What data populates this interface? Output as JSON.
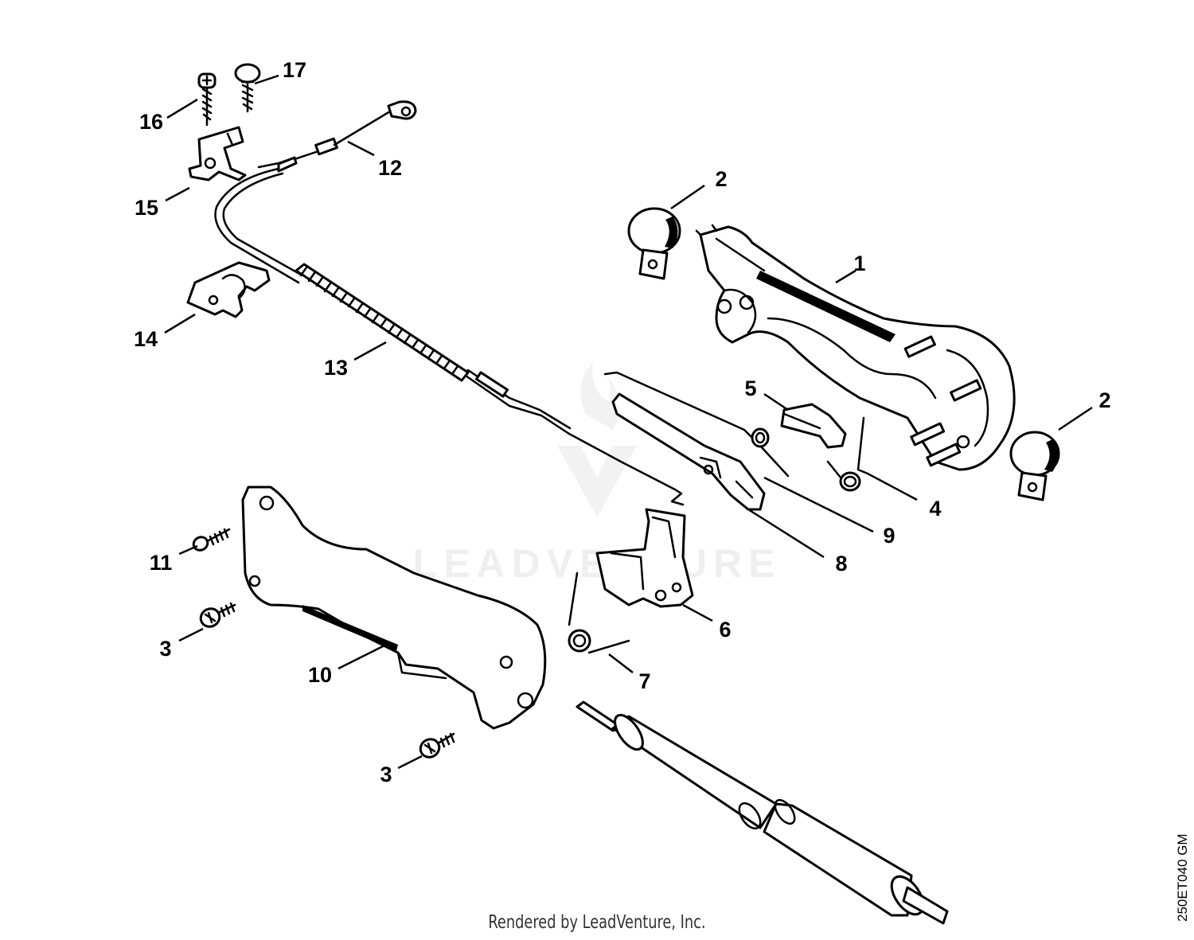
{
  "diagram": {
    "callouts": [
      {
        "id": "c1",
        "label": "1"
      },
      {
        "id": "c2a",
        "label": "2"
      },
      {
        "id": "c2b",
        "label": "2"
      },
      {
        "id": "c3a",
        "label": "3"
      },
      {
        "id": "c3b",
        "label": "3"
      },
      {
        "id": "c4",
        "label": "4"
      },
      {
        "id": "c5",
        "label": "5"
      },
      {
        "id": "c6",
        "label": "6"
      },
      {
        "id": "c7",
        "label": "7"
      },
      {
        "id": "c8",
        "label": "8"
      },
      {
        "id": "c9",
        "label": "9"
      },
      {
        "id": "c10",
        "label": "10"
      },
      {
        "id": "c11",
        "label": "11"
      },
      {
        "id": "c12",
        "label": "12"
      },
      {
        "id": "c13",
        "label": "13"
      },
      {
        "id": "c14",
        "label": "14"
      },
      {
        "id": "c15",
        "label": "15"
      },
      {
        "id": "c16",
        "label": "16"
      },
      {
        "id": "c17",
        "label": "17"
      }
    ],
    "watermark": "LEADVENTURE",
    "footer": "Rendered by LeadVenture, Inc.",
    "drawing_code": "250ET040 GM"
  }
}
